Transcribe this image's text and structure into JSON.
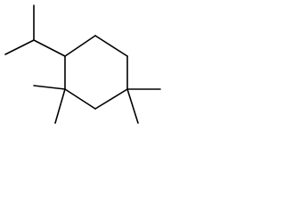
{
  "diagram": {
    "type": "skeletal-structure",
    "bond_color": "#000000",
    "background": "#ffffff",
    "substituents": [
      "isopropyl",
      "gem-dimethyl",
      "gem-dimethyl"
    ]
  }
}
